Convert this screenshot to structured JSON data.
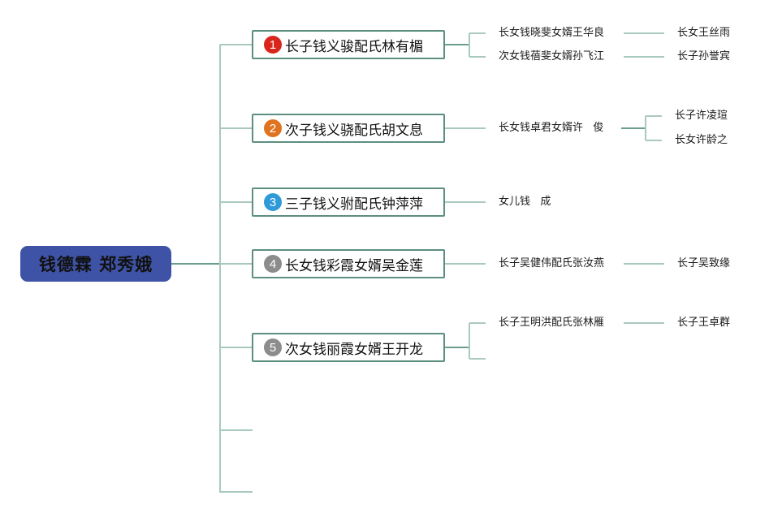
{
  "colors": {
    "root_bg": "#3f53a6",
    "branch_border": "#5c8f82",
    "line_dark": "#6a9e90",
    "line_light": "#a9c9c0",
    "badge_1": "#d9261c",
    "badge_2": "#e0731f",
    "badge_3": "#2f9ad9",
    "badge_4": "#8c8c8c",
    "badge_5": "#8c8c8c"
  },
  "root": {
    "label": "钱德霖  郑秀娥"
  },
  "branches": [
    {
      "number": "1",
      "label": "长子钱义骏配氏林有楣",
      "badge_color_key": "badge_1"
    },
    {
      "number": "2",
      "label": "次子钱义骁配氏胡文息",
      "badge_color_key": "badge_2"
    },
    {
      "number": "3",
      "label": "三子钱义驸配氏钟萍萍",
      "badge_color_key": "badge_3"
    },
    {
      "number": "4",
      "label": "长女钱彩霞女婿吴金莲",
      "badge_color_key": "badge_4"
    },
    {
      "number": "5",
      "label": "次女钱丽霞女婿王开龙",
      "badge_color_key": "badge_5"
    }
  ],
  "children": {
    "b1": [
      {
        "label": "长女钱晓斐女婿王华良",
        "children": [
          "长女王丝雨"
        ]
      },
      {
        "label": "次女钱蓓斐女婿孙飞江",
        "children": [
          "长子孙誉宾"
        ]
      }
    ],
    "b2": [
      {
        "label": "长女钱卓君女婿许   俊",
        "children": [
          "长子许凌瑄",
          "长女许龄之"
        ]
      }
    ],
    "b3": [
      {
        "label": "女儿钱   成",
        "children": []
      }
    ],
    "b4": [
      {
        "label": "长子吴健伟配氏张汝燕",
        "children": [
          "长子吴致缘"
        ]
      }
    ],
    "b5": [
      {
        "label": "长子王明洪配氏张林雁",
        "children": [
          "长子王卓群"
        ]
      },
      {
        "label": "",
        "children": []
      }
    ]
  }
}
